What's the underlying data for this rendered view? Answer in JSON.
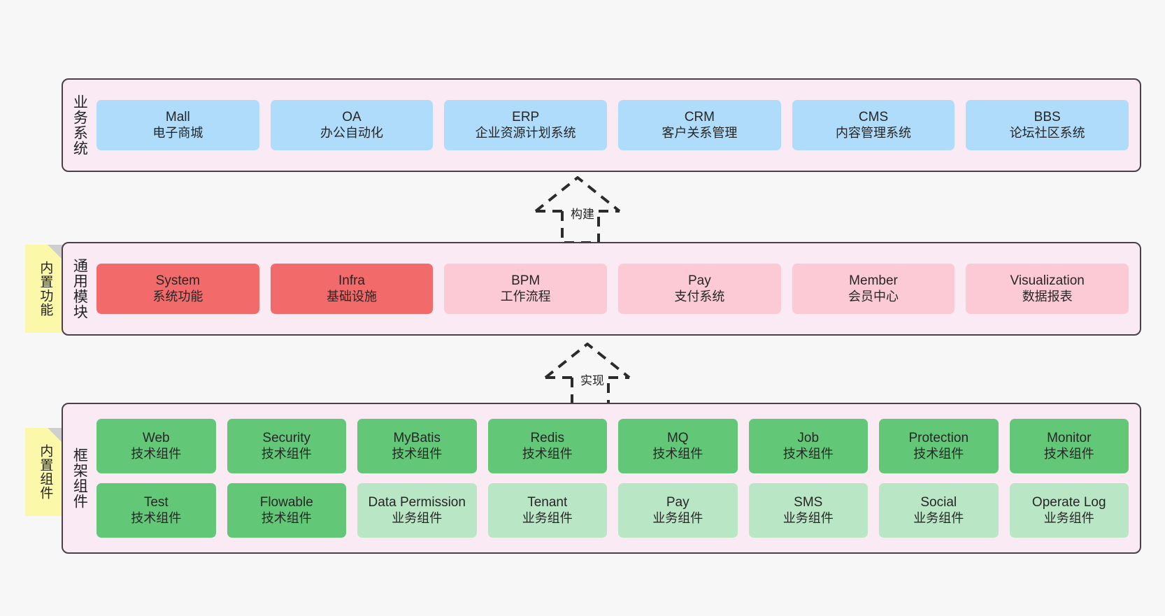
{
  "diagram": {
    "title": "Framework architecture layers",
    "colors": {
      "panel_bg": "#f9eaf4",
      "panel_border": "#4a4049",
      "business_card": "#aedcfa",
      "core_module_card": "#f26a6a",
      "optional_module_card": "#fbcad4",
      "tech_component_card": "#62c878",
      "biz_component_card": "#b9e6c4",
      "note_bg": "#fbf8aa",
      "page_bg": "#f7f7f7"
    }
  },
  "layers": {
    "business": {
      "title": "业务系统",
      "cards": [
        {
          "en": "Mall",
          "cn": "电子商城"
        },
        {
          "en": "OA",
          "cn": "办公自动化"
        },
        {
          "en": "ERP",
          "cn": "企业资源计划系统"
        },
        {
          "en": "CRM",
          "cn": "客户关系管理"
        },
        {
          "en": "CMS",
          "cn": "内容管理系统"
        },
        {
          "en": "BBS",
          "cn": "论坛社区系统"
        }
      ]
    },
    "common": {
      "title": "通用模块",
      "note": "内置功能",
      "cards": [
        {
          "en": "System",
          "cn": "系统功能",
          "tone": "red"
        },
        {
          "en": "Infra",
          "cn": "基础设施",
          "tone": "red"
        },
        {
          "en": "BPM",
          "cn": "工作流程",
          "tone": "pink"
        },
        {
          "en": "Pay",
          "cn": "支付系统",
          "tone": "pink"
        },
        {
          "en": "Member",
          "cn": "会员中心",
          "tone": "pink"
        },
        {
          "en": "Visualization",
          "cn": "数据报表",
          "tone": "pink"
        }
      ]
    },
    "framework": {
      "title": "框架组件",
      "note": "内置组件",
      "row1": [
        {
          "en": "Web",
          "cn": "技术组件"
        },
        {
          "en": "Security",
          "cn": "技术组件"
        },
        {
          "en": "MyBatis",
          "cn": "技术组件"
        },
        {
          "en": "Redis",
          "cn": "技术组件"
        },
        {
          "en": "MQ",
          "cn": "技术组件"
        },
        {
          "en": "Job",
          "cn": "技术组件"
        },
        {
          "en": "Protection",
          "cn": "技术组件"
        },
        {
          "en": "Monitor",
          "cn": "技术组件"
        }
      ],
      "row2": [
        {
          "en": "Test",
          "cn": "技术组件",
          "tone": "green"
        },
        {
          "en": "Flowable",
          "cn": "技术组件",
          "tone": "green"
        },
        {
          "en": "Data Permission",
          "cn": "业务组件",
          "tone": "lightgreen"
        },
        {
          "en": "Tenant",
          "cn": "业务组件",
          "tone": "lightgreen"
        },
        {
          "en": "Pay",
          "cn": "业务组件",
          "tone": "lightgreen"
        },
        {
          "en": "SMS",
          "cn": "业务组件",
          "tone": "lightgreen"
        },
        {
          "en": "Social",
          "cn": "业务组件",
          "tone": "lightgreen"
        },
        {
          "en": "Operate Log",
          "cn": "业务组件",
          "tone": "lightgreen"
        }
      ]
    }
  },
  "connectors": [
    {
      "id": "build",
      "label": "构建"
    },
    {
      "id": "implement",
      "label": "实现"
    }
  ]
}
